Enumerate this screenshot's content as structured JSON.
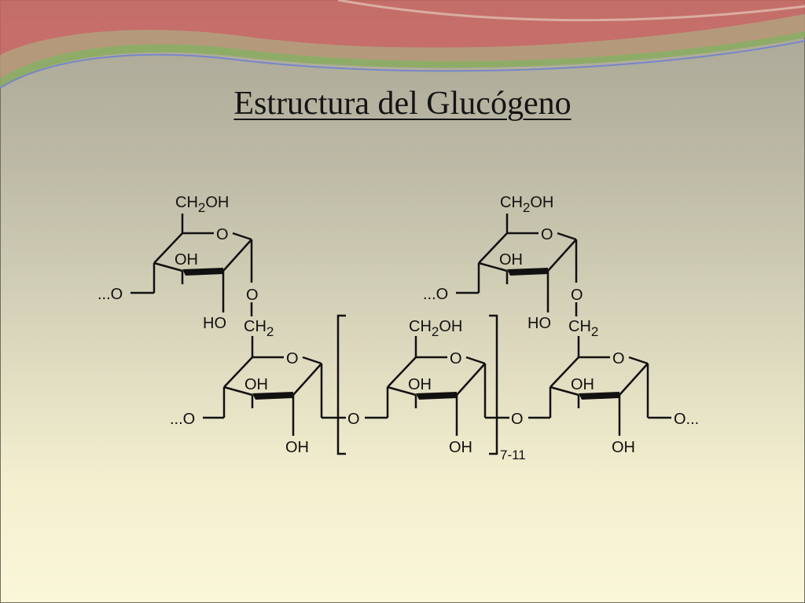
{
  "slide": {
    "title": "Estructura del Glucógeno",
    "colors": {
      "wave_red": "#c96461",
      "wave_green": "#8cab63",
      "wave_blue": "#7886c8"
    }
  },
  "structure": {
    "ch2oh": "CH2OH",
    "ch2": "CH2",
    "oh": "OH",
    "ho": "HO",
    "ring_o": "O",
    "bridge_o": "O",
    "chain_left": "...O",
    "chain_right": "O...",
    "repeat_count": "7-11"
  }
}
